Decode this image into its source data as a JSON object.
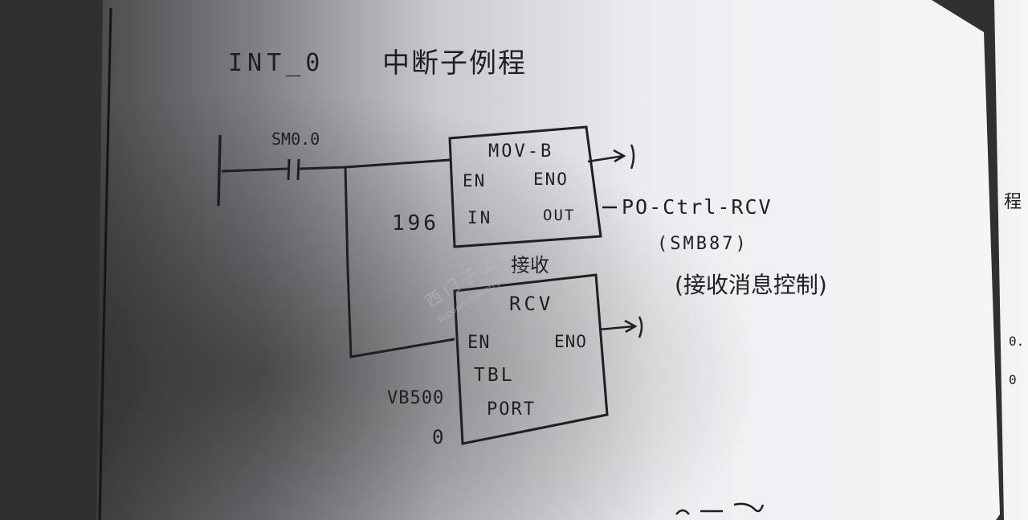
{
  "title": {
    "code": "INT_0",
    "caption": "中断子例程"
  },
  "contact": {
    "label": "SM0.0"
  },
  "box_mov": {
    "name": "MOV-B",
    "pins": {
      "en": "EN",
      "eno": "ENO",
      "in": "IN",
      "out": "OUT"
    },
    "in_value": "196",
    "out_value": "PO-Ctrl-RCV",
    "out_note": "(SMB87)",
    "out_note_cn": "(接收消息控制)"
  },
  "box_rcv": {
    "above_label": "接收",
    "name": "RCV",
    "pins": {
      "en": "EN",
      "eno": "ENO",
      "tbl": "TBL",
      "port": "PORT"
    },
    "tbl_value": "VB500",
    "port_value": "0"
  },
  "watermark": {
    "line1": "西门子工业",
    "line2": "support.industry.siemens.com/cs"
  },
  "colors": {
    "ink": "#1e1f22",
    "paper": "#f2f3f5",
    "shadow": "#3b3c3e"
  }
}
